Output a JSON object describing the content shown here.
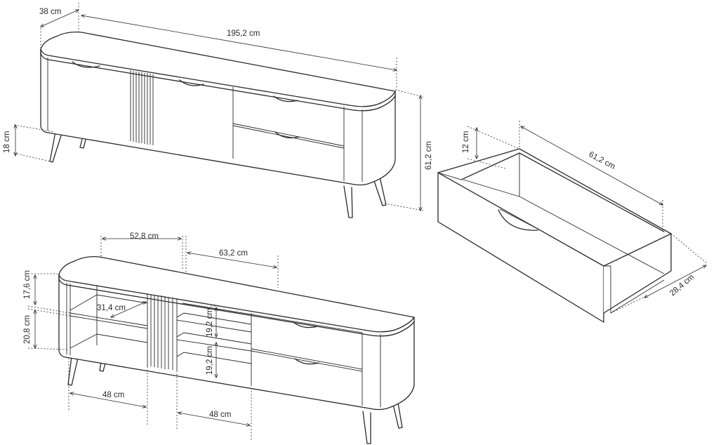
{
  "dimensions": {
    "top_depth": "38 cm",
    "top_width": "195,2 cm",
    "top_leg": "18 cm",
    "top_height": "61,2 cm",
    "drawer_height": "12 cm",
    "drawer_length": "61,2 cm",
    "drawer_depth": "28,4 cm",
    "bottom_left_section": "52,8 cm",
    "bottom_right_section": "63,2 cm",
    "bottom_upper_shelf": "17,6 cm",
    "bottom_lower_shelf": "20,8 cm",
    "bottom_shelf_depth": "31,4 cm",
    "bottom_mid_upper": "19,2 cm",
    "bottom_mid_lower": "19,2 cm",
    "bottom_left_width": "48 cm",
    "bottom_mid_width": "48 cm"
  }
}
